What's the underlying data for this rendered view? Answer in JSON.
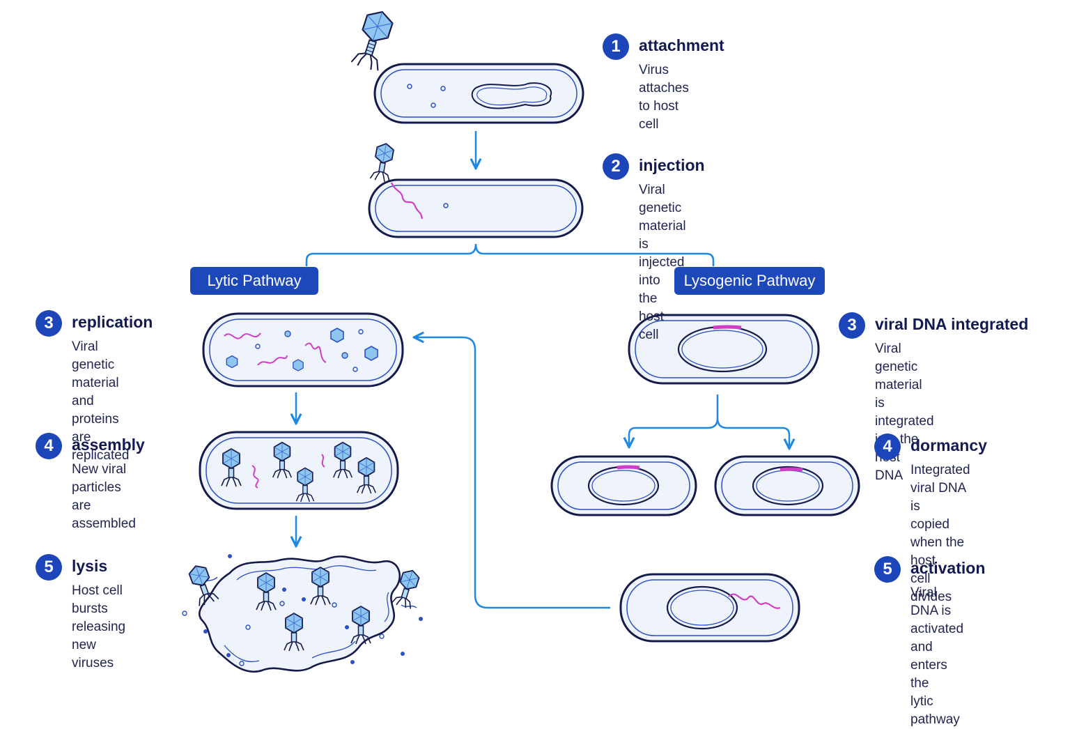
{
  "steps": {
    "attachment": {
      "number": "1",
      "title": "attachment",
      "description": "Virus attaches\nto host cell"
    },
    "injection": {
      "number": "2",
      "title": "injection",
      "description": "Viral genetic material\nis injected into\nthe host cell"
    },
    "replication": {
      "number": "3",
      "title": "replication",
      "description": "Viral genetic material\nand proteins are\nreplicated"
    },
    "assembly": {
      "number": "4",
      "title": "assembly",
      "description": "New viral particles\nare assembled"
    },
    "lysis": {
      "number": "5",
      "title": "lysis",
      "description": "Host cell bursts\nreleasing new\nviruses"
    },
    "integration": {
      "number": "3",
      "title": "viral DNA integrated",
      "description": "Viral genetic material is\nintegrated into the host\nDNA"
    },
    "dormancy": {
      "number": "4",
      "title": "dormancy",
      "description": "Integrated viral DNA is\ncopied when the host\ncell divides"
    },
    "activation": {
      "number": "5",
      "title": "activation",
      "description": "Viral DNA is activated\nand enters the\nlytic pathway"
    }
  },
  "pathways": {
    "lytic": "Lytic Pathway",
    "lysogenic": "Lysogenic Pathway"
  },
  "colors": {
    "badge": "#1b45b8",
    "outline": "#141a4a",
    "cell_fill": "#eef3fc",
    "cell_inner": "#2a4fc8",
    "arrow": "#1e88e5",
    "viral_dna": "#d33dc6",
    "capsid": "#8fc6f0"
  },
  "icons": [
    "bacteriophage-icon",
    "bacterium-cell-icon",
    "viral-dna-strand-icon",
    "capsid-protein-icon"
  ]
}
